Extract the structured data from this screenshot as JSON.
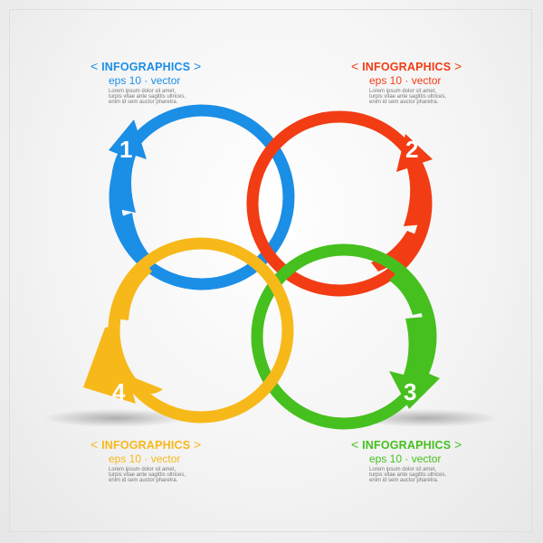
{
  "colors": {
    "blue": "#1b8ee6",
    "red": "#f23c14",
    "green": "#46c01e",
    "yellow": "#f7b81a"
  },
  "steps": [
    {
      "number": "1",
      "color": "blue"
    },
    {
      "number": "2",
      "color": "red"
    },
    {
      "number": "3",
      "color": "green"
    },
    {
      "number": "4",
      "color": "yellow"
    }
  ],
  "labels": {
    "top_left": {
      "bracket_open": "<",
      "title": "INFOGRAPHICS",
      "bracket_close": ">",
      "subtitle": "eps 10 · vector",
      "body1": "Lorem ipsum dolor sit amet,",
      "body2": "turpis vitae ante sagittis ultrices,",
      "body3": "enim id sem auctor pharetra."
    },
    "top_right": {
      "bracket_open": "<",
      "title": "INFOGRAPHICS",
      "bracket_close": ">",
      "subtitle": "eps 10 · vector",
      "body1": "Lorem ipsum dolor sit amet,",
      "body2": "turpis vitae ante sagittis ultrices,",
      "body3": "enim id sem auctor pharetra."
    },
    "bottom_left": {
      "bracket_open": "<",
      "title": "INFOGRAPHICS",
      "bracket_close": ">",
      "subtitle": "eps 10 · vector",
      "body1": "Lorem ipsum dolor sit amet,",
      "body2": "turpis vitae ante sagittis ultrices,",
      "body3": "enim id sem auctor pharetra."
    },
    "bottom_right": {
      "bracket_open": "<",
      "title": "INFOGRAPHICS",
      "bracket_close": ">",
      "subtitle": "eps 10 · vector",
      "body1": "Lorem ipsum dolor sit amet,",
      "body2": "turpis vitae ante sagittis ultrices,",
      "body3": "enim id sem auctor pharetra."
    }
  }
}
